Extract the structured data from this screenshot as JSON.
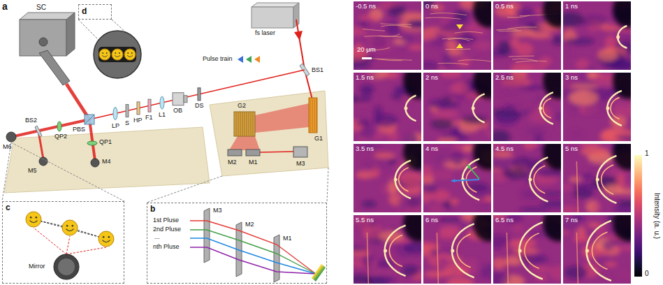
{
  "diagram": {
    "nodes": [
      {
        "text": [
          "d"
        ]
      },
      {
        "text": [
          "c",
          "Mirror"
        ]
      },
      {
        "text": [
          "b",
          "1st Pluse",
          "2nd Pluse",
          "...",
          "nth Pluse",
          "M3",
          "M2",
          "M1"
        ]
      },
      {
        "text": [
          "-0.5 ns",
          "20 μm"
        ]
      },
      {
        "text": [
          "0 ns"
        ]
      },
      {
        "text": [
          "0.5 ns"
        ]
      },
      {
        "text": [
          "1 ns"
        ]
      },
      {
        "text": [
          "1.5 ns"
        ]
      },
      {
        "text": [
          "2 ns"
        ]
      },
      {
        "text": [
          "2.5 ns"
        ]
      },
      {
        "text": [
          "3 ns"
        ]
      },
      {
        "text": [
          "3.5 ns"
        ]
      },
      {
        "text": [
          "4 ns"
        ]
      },
      {
        "text": [
          "4.5 ns"
        ]
      },
      {
        "text": [
          "5 ns"
        ]
      },
      {
        "text": [
          "5.5 ns"
        ]
      },
      {
        "text": [
          "6 ns"
        ]
      },
      {
        "text": [
          "6.5 ns"
        ]
      },
      {
        "text": [
          "7 ns"
        ]
      }
    ],
    "labels": [
      "a",
      "SC",
      "fs laser",
      "Pulse train",
      "BS1",
      "G2",
      "G1",
      "M1",
      "M2",
      "M3",
      "DS",
      "OB",
      "L1",
      "F1",
      "HP",
      "S",
      "LP",
      "PBS",
      "QP2",
      "QP1",
      "BS2",
      "M5",
      "M4",
      "M6",
      "1",
      "0",
      "Intensity (a. u.)"
    ]
  }
}
